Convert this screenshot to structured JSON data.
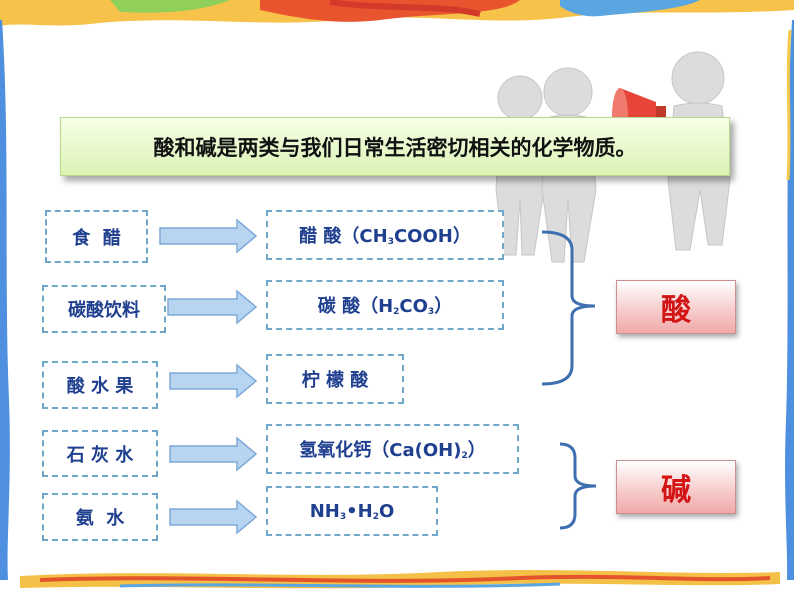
{
  "banner": {
    "text": "酸和碱是两类与我们日常生活密切相关的化学物质。"
  },
  "rows": [
    {
      "source": "食  醋",
      "target_parts": [
        "醋  酸（CH",
        "3",
        "COOH）"
      ]
    },
    {
      "source": "碳酸饮料",
      "target_parts": [
        "碳  酸（H",
        "2",
        "CO",
        "3",
        "）"
      ]
    },
    {
      "source": "酸 水 果",
      "target_parts": [
        "柠 檬 酸"
      ]
    },
    {
      "source": "石 灰 水",
      "target_parts": [
        "氢氧化钙（Ca(OH)",
        "2",
        "）"
      ]
    },
    {
      "source": "氨  水",
      "target_parts": [
        "NH",
        "3",
        "•H",
        "2",
        "O"
      ]
    }
  ],
  "categories": {
    "acid": "酸",
    "base": "碱"
  },
  "colors": {
    "text_blue": "#1f3f8f",
    "dash": "#6fa8c8",
    "arrow": "#9ec3e6",
    "category_text": "#d21414",
    "bracket": "#3e6fb0"
  }
}
